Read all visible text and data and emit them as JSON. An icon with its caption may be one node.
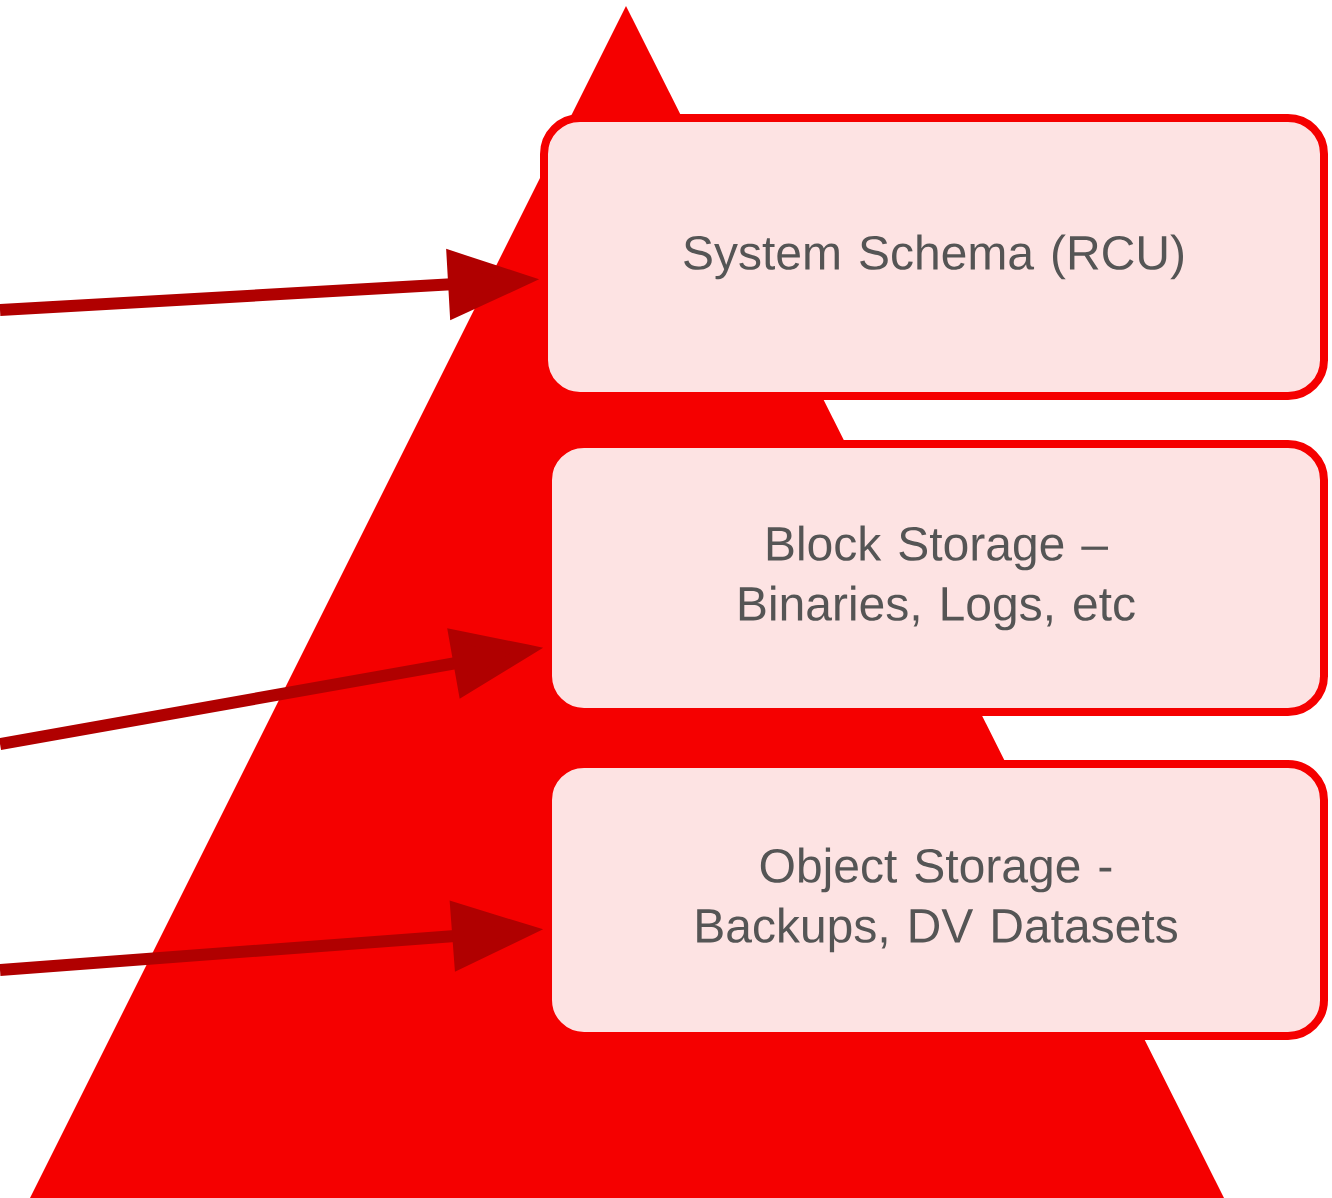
{
  "diagram": {
    "nodes": [
      {
        "text": [],
        "shape": "triangle"
      },
      {
        "text": [
          "System Schema (RCU)"
        ]
      },
      {
        "text": [
          "Block Storage – Binaries, Logs, etc"
        ]
      },
      {
        "text": [
          "Object Storage - Backups,  DV Datasets"
        ]
      }
    ],
    "edges": [
      {
        "from": null,
        "to": 1,
        "arrow": "to"
      },
      {
        "from": null,
        "to": 2,
        "arrow": "to"
      },
      {
        "from": null,
        "to": 3,
        "arrow": "to"
      }
    ]
  }
}
